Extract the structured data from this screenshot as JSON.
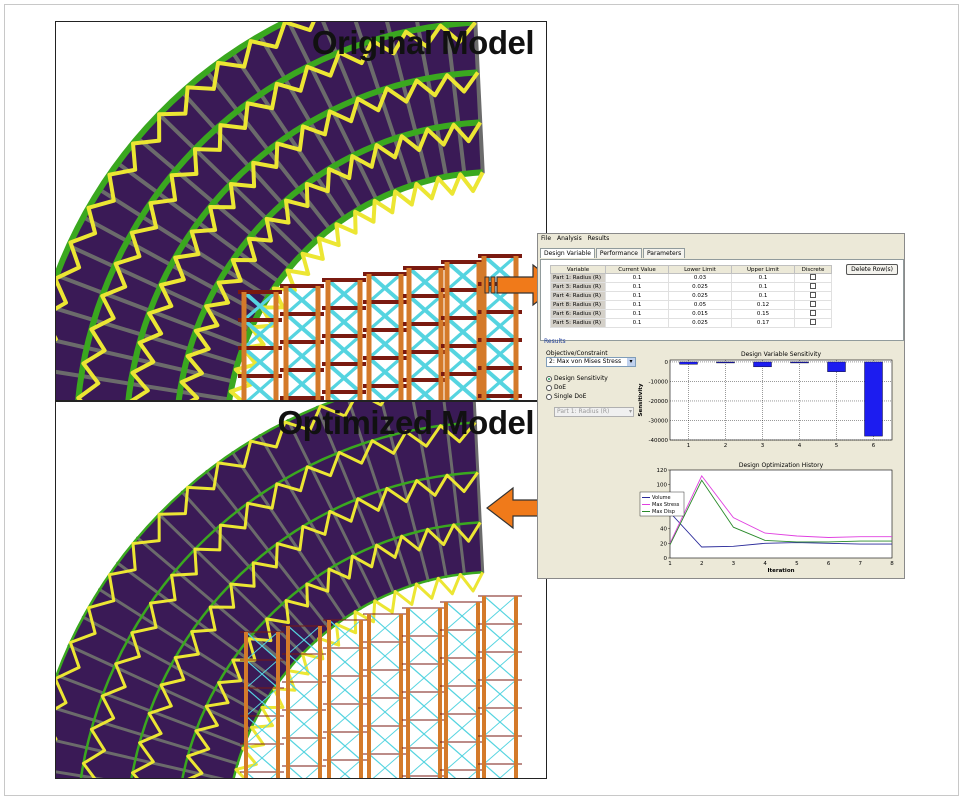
{
  "panels": {
    "original_title": "Original Model",
    "optimized_title": "Optimized Model"
  },
  "colors": {
    "chord_green": "#3aa81f",
    "web_yellow": "#ece633",
    "purlin_gray": "#6b6b6b",
    "roof_purple": "#3a1a56",
    "column_orange": "#d47a2a",
    "brace_cyan": "#55d4e0",
    "girt_darkred": "#7a1a10",
    "arrow_orange": "#f07a1a"
  },
  "app": {
    "menu": [
      "File",
      "Analysis",
      "Results"
    ],
    "tabs": [
      "Design Variable",
      "Performance",
      "Parameters"
    ],
    "delete_button": "Delete Row(s)",
    "table": {
      "headers": [
        "Variable",
        "Current Value",
        "Lower Limit",
        "Upper Limit",
        "Discrete"
      ],
      "rows": [
        [
          "Part 1: Radius (R)",
          "0.1",
          "0.03",
          "0.1"
        ],
        [
          "Part 3: Radius (R)",
          "0.1",
          "0.025",
          "0.1"
        ],
        [
          "Part 4: Radius (R)",
          "0.1",
          "0.025",
          "0.1"
        ],
        [
          "Part 8: Radius (R)",
          "0.1",
          "0.05",
          "0.12"
        ],
        [
          "Part 6: Radius (R)",
          "0.1",
          "0.015",
          "0.15"
        ],
        [
          "Part 5: Radius (R)",
          "0.1",
          "0.025",
          "0.17"
        ]
      ]
    },
    "results_label": "Results",
    "objective_label": "Objective/Constraint",
    "objective_value": "2: Max von Mises Stress",
    "radio_options": [
      "Design Sensitivity",
      "DoE",
      "Single DoE"
    ],
    "part_select": "Part 1: Radius (R)"
  },
  "chart_data": [
    {
      "type": "bar",
      "title": "Design Variable Sensitivity",
      "ylabel": "Sensitivity",
      "xlabel": "",
      "categories": [
        "1",
        "2",
        "3",
        "4",
        "5",
        "6"
      ],
      "values": [
        -1200,
        -400,
        -2500,
        -500,
        -5000,
        -38000
      ],
      "ylim": [
        -40000,
        1000
      ],
      "yticks": [
        0,
        -10000,
        -20000,
        -30000,
        -40000
      ],
      "color": "#1c1cf0",
      "grid": true
    },
    {
      "type": "line",
      "title": "Design Optimization History",
      "xlabel": "Iteration",
      "ylabel": "",
      "x": [
        1,
        2,
        3,
        4,
        5,
        6,
        7,
        8
      ],
      "xlim": [
        1,
        8
      ],
      "ylim": [
        0,
        120
      ],
      "yticks": [
        0,
        20,
        40,
        60,
        80,
        100,
        120
      ],
      "legend_position": "left",
      "series": [
        {
          "name": "Volume",
          "color": "#2a2a9a",
          "values": [
            62,
            15,
            16,
            20,
            21,
            20,
            19,
            19
          ]
        },
        {
          "name": "Max Stress",
          "color": "#e040e0",
          "values": [
            20,
            112,
            55,
            34,
            30,
            28,
            29,
            29
          ]
        },
        {
          "name": "Max Disp",
          "color": "#2a8a2a",
          "values": [
            18,
            106,
            42,
            24,
            22,
            22,
            23,
            23
          ]
        }
      ]
    }
  ]
}
